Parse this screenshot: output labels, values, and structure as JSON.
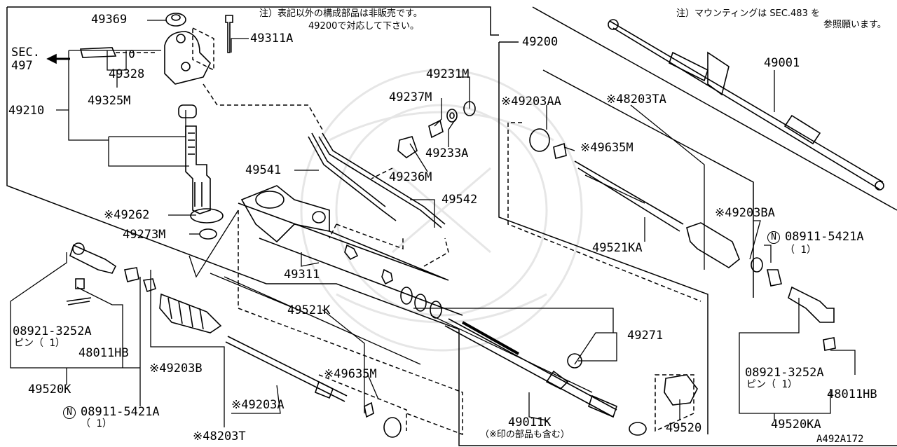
{
  "diagram": {
    "code": "A492A172",
    "notes": {
      "top_left_line1": "注）表記以外の構成部品は非販売です。",
      "top_left_line2": "49200で対応して下さい。",
      "top_right_line1": "注）マウンティングは SEC.483 を",
      "top_right_line2": "参照願います。",
      "sec_line1": "SEC.",
      "sec_line2": "497",
      "bottom_note": "（※印の部品も含む）"
    },
    "labels": {
      "p49369": "49369",
      "p49311A": "49311A",
      "p49328": "49328",
      "p49325M": "49325M",
      "p49210": "49210",
      "p49262": "※49262",
      "p49273M": "49273M",
      "p49541": "49541",
      "p49542": "49542",
      "p49311": "49311",
      "p49231M": "49231M",
      "p49237M": "49237M",
      "p49233A": "49233A",
      "p49236M": "49236M",
      "p49200": "49200",
      "p49001": "49001",
      "p49203AA": "※49203AA",
      "p48203TA": "※48203TA",
      "p49635M_r": "※49635M",
      "p49203BA": "※49203BA",
      "p49521KA": "49521KA",
      "p08911_r": "08911-5421A",
      "p08911_r_qty": "（ 1）",
      "p49521K": "49521K",
      "p49271": "49271",
      "p49635M_l": "※49635M",
      "p49203B": "※49203B",
      "p49203A": "※49203A",
      "p48203T": "※48203T",
      "p08911_l": "08911-5421A",
      "p08911_l_qty": "（ 1）",
      "p08921_l": "08921-3252A",
      "p08921_l_sub": "ピン（ 1）",
      "p48011HB_l": "48011HB",
      "p49520K": "49520K",
      "p49011K": "49011K",
      "p49520": "49520",
      "p08921_r": "08921-3252A",
      "p08921_r_sub": "ピン（ 1）",
      "p48011HB_r": "48011HB",
      "p49520KA": "49520KA",
      "n_symbol": "N"
    }
  }
}
